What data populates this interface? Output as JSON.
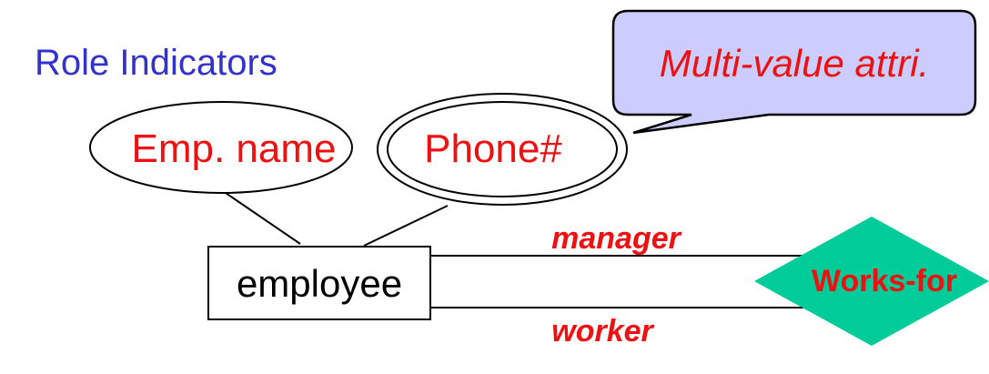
{
  "title": "Role Indicators",
  "callout": {
    "text": "Multi-value attri."
  },
  "attributes": {
    "emp_name": "Emp. name",
    "phone": "Phone#"
  },
  "entity": {
    "label": "employee"
  },
  "relationship": {
    "label": "Works-for"
  },
  "roles": {
    "manager": "manager",
    "worker": "worker"
  },
  "colors": {
    "title": "#3333cc",
    "labels": "#ee1111",
    "callout_fill": "#ccccff",
    "relationship_fill": "#00cc99"
  }
}
